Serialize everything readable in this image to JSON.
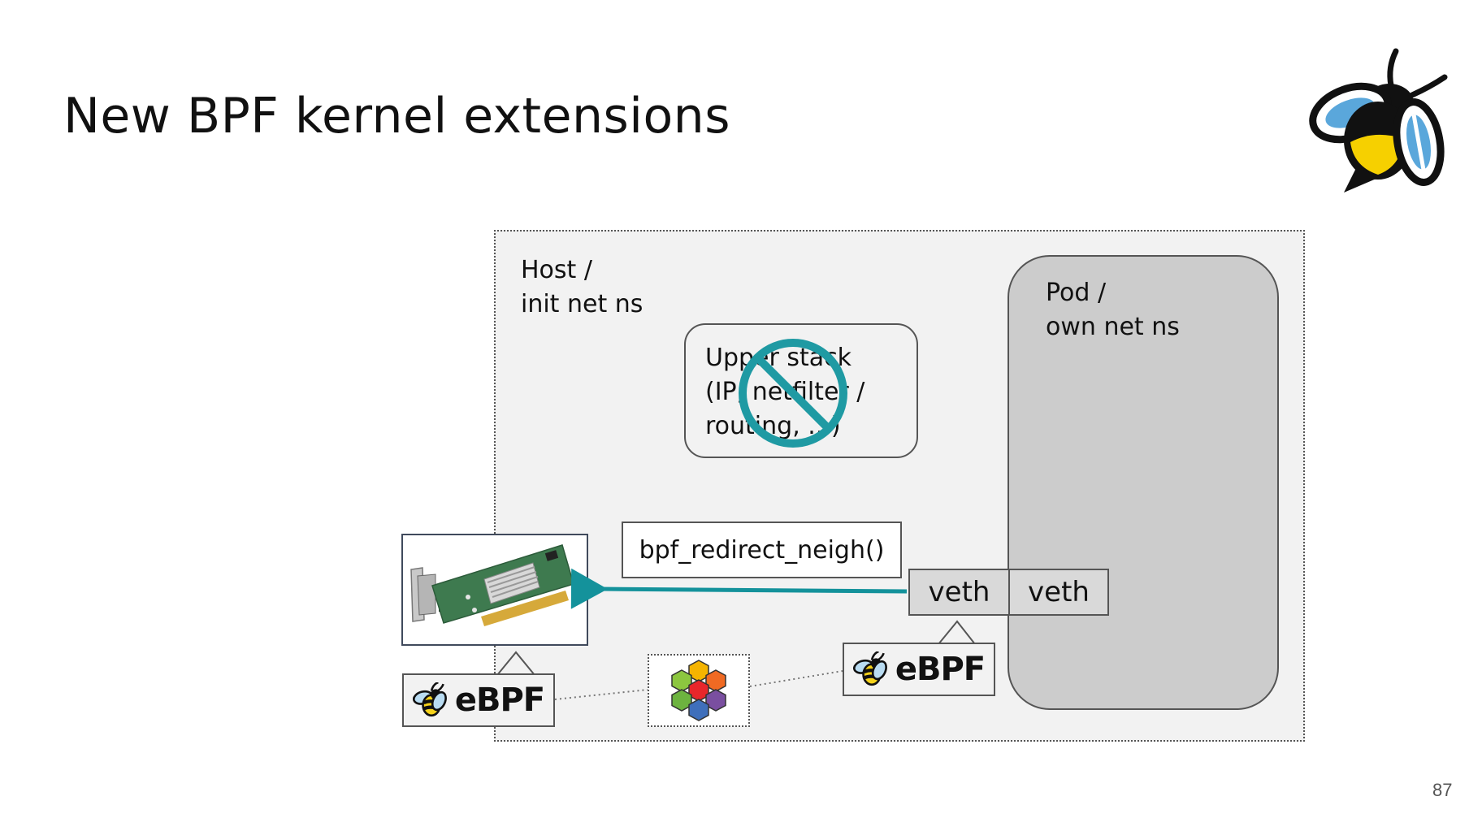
{
  "slide": {
    "title": "New BPF kernel extensions",
    "page_number": "87"
  },
  "diagram": {
    "host_label": "Host /\ninit net ns",
    "pod_label": "Pod /\nown net ns",
    "upper_stack_label": "Upper stack\n(IP, netfilter /\nrouting, ...)",
    "helper_label": "bpf_redirect_neigh()",
    "veth_host_label": "veth",
    "veth_pod_label": "veth",
    "ebpf_logo_text": "eBPF"
  },
  "icons": [
    "bee-mascot-icon",
    "no-entry-icon",
    "network-card-image",
    "cilium-logo-icon",
    "bee-icon"
  ],
  "colors": {
    "arrow": "#14929b",
    "no_entry": "#1f9aa3",
    "host_fill": "#f2f2f2",
    "pod_fill": "#cccccc",
    "veth_fill": "#d9d9d9"
  }
}
